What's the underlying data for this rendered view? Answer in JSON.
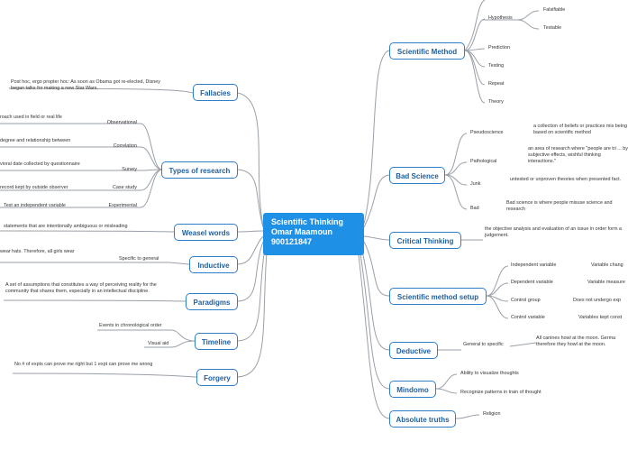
{
  "central": {
    "line1": "Scientific Thinking",
    "line2": "Omar Maamoun",
    "line3": "900121847"
  },
  "colors": {
    "accent": "#2f7fc8",
    "central_bg": "#1e90e6",
    "connector": "#9aa0a8"
  },
  "left_topics": {
    "fallacies": {
      "label": "Fallacies",
      "desc": "Post hoc, ergo propter hoc: As soon as Obama got re-elected, Disney began talks for making a new Star Wars."
    },
    "types_of_research": {
      "label": "Types of research",
      "items": [
        {
          "name": "Observational",
          "desc": "roach used in field or real life"
        },
        {
          "name": "Correlation",
          "desc": "degree and relationship between"
        },
        {
          "name": "Survey",
          "desc": "vioral date collected by questionnaire"
        },
        {
          "name": "Case study",
          "desc": "record kept by outside observer"
        },
        {
          "name": "Experimental",
          "desc": "Test an independent variable"
        }
      ]
    },
    "weasel_words": {
      "label": "Weasel words",
      "desc": "statements that are intentionally ambiguous or misleading"
    },
    "inductive": {
      "label": "Inductive",
      "sub": "Specific to general",
      "desc": "wear hats. Therefore, all girls wear"
    },
    "paradigms": {
      "label": "Paradigms",
      "desc": "A set of assumptions that constitutes a way of perceiving reality for the community that shares them, especially in an intellectual discipline."
    },
    "timeline": {
      "label": "Timeline",
      "items": [
        "Events in chronological order",
        "Visual aid"
      ]
    },
    "forgery": {
      "label": "Forgery",
      "desc": "No # of expts can prove me right but 1 expt can prove me wrong"
    }
  },
  "right_topics": {
    "scientific_method": {
      "label": "Scientific Method",
      "hypothesis": "Hypothesis",
      "hypothesis_items": [
        "Falsifiable",
        "Testable"
      ],
      "items": [
        "Prediction",
        "Testing",
        "Repeat",
        "Theory"
      ]
    },
    "bad_science": {
      "label": "Bad Science",
      "items": [
        {
          "name": "Pseudoscience",
          "desc": "a collection of beliefs or practices mis being based on scientific method"
        },
        {
          "name": "Pathological",
          "desc": "an area of research where \"people are tri ... by subjective effects, wishful thinking interactions.\""
        },
        {
          "name": "Junk",
          "desc": "untested or unproven theories when presented fact."
        },
        {
          "name": "Bad",
          "desc": "Bad science is where people misuse science and research"
        }
      ]
    },
    "critical_thinking": {
      "label": "Critical Thinking",
      "desc": "the objective analysis and evaluation of an issue in order form a judgement."
    },
    "scientific_method_setup": {
      "label": "Scientific method setup",
      "items": [
        {
          "name": "Independent variable",
          "desc": "Variable chang"
        },
        {
          "name": "Dependent variable",
          "desc": "Variable measure"
        },
        {
          "name": "Control group",
          "desc": "Does not undergo exp"
        },
        {
          "name": "Control variable",
          "desc": "Variables kept const"
        }
      ]
    },
    "deductive": {
      "label": "Deductive",
      "sub": "General to specific",
      "desc": "All canines howl at the moon. Germa therefore they howl at the moon."
    },
    "mindomo": {
      "label": "Mindomo",
      "items": [
        "Ability to visualize thoughts",
        "Recognize patterns in train of thought"
      ]
    },
    "absolute_truths": {
      "label": "Absolute truths",
      "items": [
        "Religion"
      ]
    }
  }
}
